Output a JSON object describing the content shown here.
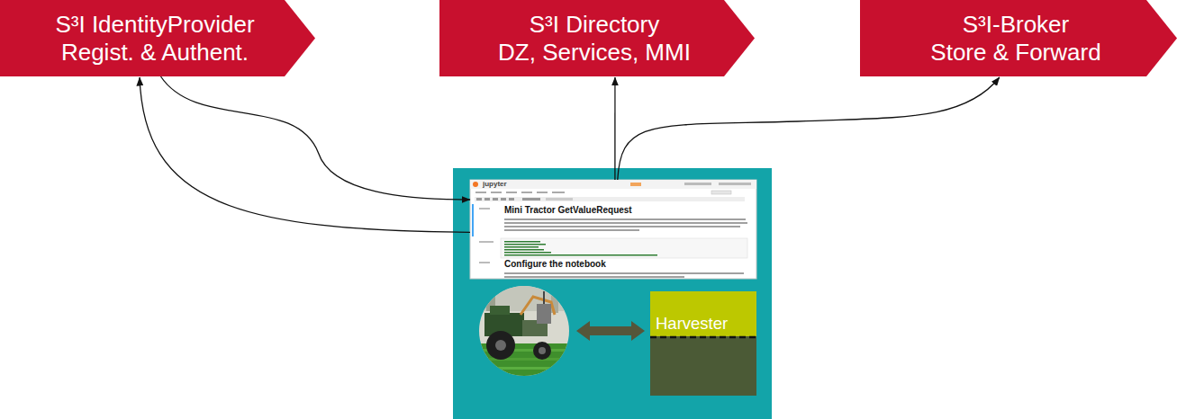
{
  "diagram": {
    "nodes": [
      {
        "text": [
          "S³I IdentityProvider",
          "Regist. & Authent."
        ]
      },
      {
        "text": [
          "S³I Directory",
          "DZ, Services, MMI"
        ]
      },
      {
        "text": [
          "S³I-Broker",
          "Store & Forward"
        ]
      },
      {
        "text": [
          "jupyter",
          "Mini Tractor GetValueRequest",
          "Configure the notebook"
        ]
      },
      {
        "text": [
          "Harvester"
        ]
      }
    ],
    "edges": [
      {
        "from": 3,
        "to": 0,
        "arrow": "to"
      },
      {
        "from": 0,
        "to": 3,
        "arrow": "to"
      },
      {
        "from": 3,
        "to": 1,
        "arrow": "to"
      },
      {
        "from": 3,
        "to": 2,
        "arrow": "to"
      }
    ]
  }
}
